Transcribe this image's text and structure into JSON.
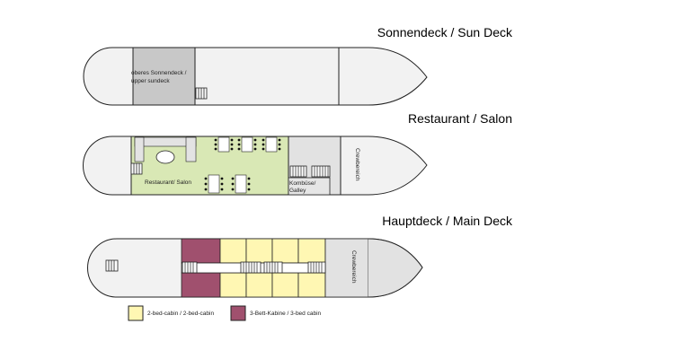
{
  "decks": {
    "sun": {
      "title": "Sonnendeck / Sun Deck",
      "upper_deck_label_1": "oberes Sonnendeck /",
      "upper_deck_label_2": "upper sundeck"
    },
    "restaurant": {
      "title": "Restaurant / Salon",
      "restaurant_label": "Restaurant/ Salon",
      "galley_label_1": "Kombüse/",
      "galley_label_2": "Galley",
      "crew_label": "Crewbereich"
    },
    "main": {
      "title": "Hauptdeck / Main Deck",
      "crew_label": "Crewbereich"
    }
  },
  "legend": {
    "two_bed": "2-bed-cabin / 2-bed-cabin",
    "three_bed": "3-Bett-Kabine / 3-bed cabin"
  },
  "colors": {
    "hull": "#f2f2f2",
    "upper_sundeck": "#c8c8c8",
    "restaurant": "#d9e8b5",
    "crew": "#e2e2e2",
    "two_bed_cabin": "#fff7b3",
    "three_bed_cabin": "#a0506e"
  }
}
